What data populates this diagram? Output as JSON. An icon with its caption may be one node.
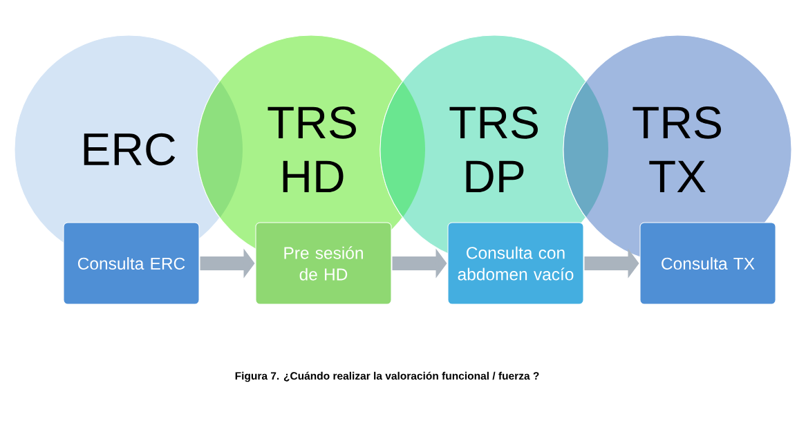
{
  "diagram": {
    "caption": "Figura 7. ¿Cuándo realizar la valoración funcional / fuerza ?",
    "nodes": [
      {
        "text": [
          "ERC"
        ]
      },
      {
        "text": [
          "TRS HD"
        ]
      },
      {
        "text": [
          "TRS DP"
        ]
      },
      {
        "text": [
          "TRS TX"
        ]
      },
      {
        "text": [
          "Consulta ERC"
        ]
      },
      {
        "text": [
          "Pre sesión de HD"
        ]
      },
      {
        "text": [
          "Consulta con abdomen vacío"
        ]
      },
      {
        "text": [
          "Consulta TX"
        ]
      }
    ],
    "edges": [
      {
        "from": 4,
        "to": 5,
        "arrow": "to"
      },
      {
        "from": 5,
        "to": 6,
        "arrow": "to"
      },
      {
        "from": 6,
        "to": 7,
        "arrow": "to"
      }
    ]
  }
}
